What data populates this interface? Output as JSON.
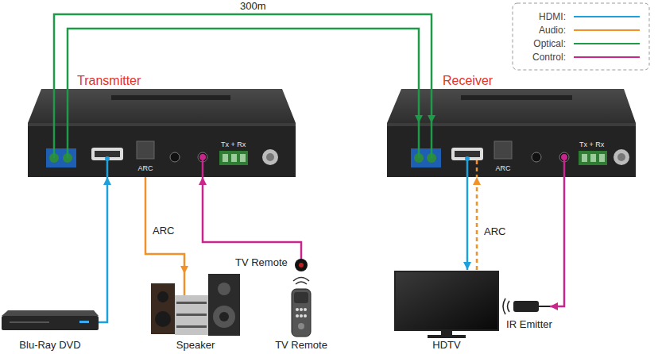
{
  "diagram": {
    "nodes": [
      {
        "text": [
          "Transmitter"
        ]
      },
      {
        "text": [
          "Receiver"
        ]
      },
      {
        "text": [
          "TV Remote"
        ]
      },
      {
        "text": [
          "HDTV"
        ]
      },
      {
        "text": [
          "IR Emitter"
        ]
      },
      {
        "text": [
          "Blu-Ray DVD"
        ]
      },
      {
        "text": [
          "Speaker"
        ]
      },
      {
        "text": [
          "TV Remote"
        ]
      }
    ],
    "edges": [
      {
        "from": 0,
        "to": 1,
        "arrow": "to",
        "label": "300m"
      },
      {
        "from": 0,
        "to": 1,
        "arrow": "to"
      },
      {
        "from": 5,
        "to": 0,
        "arrow": "to"
      },
      {
        "from": 0,
        "to": 6,
        "arrow": "to",
        "label": "ARC"
      },
      {
        "from": 2,
        "to": 0,
        "arrow": "to"
      },
      {
        "from": 1,
        "to": 3,
        "arrow": "to"
      },
      {
        "from": 3,
        "to": 1,
        "arrow": "to",
        "label": "ARC"
      },
      {
        "from": 1,
        "to": 4,
        "arrow": "to"
      }
    ],
    "labels": [
      "ARC",
      "Tx + Rx",
      "ARC",
      "Tx + Rx"
    ],
    "legend": [
      {
        "text": "HDMI:"
      },
      {
        "text": "Audio:"
      },
      {
        "text": "Optical:"
      },
      {
        "text": "Control:"
      }
    ]
  }
}
